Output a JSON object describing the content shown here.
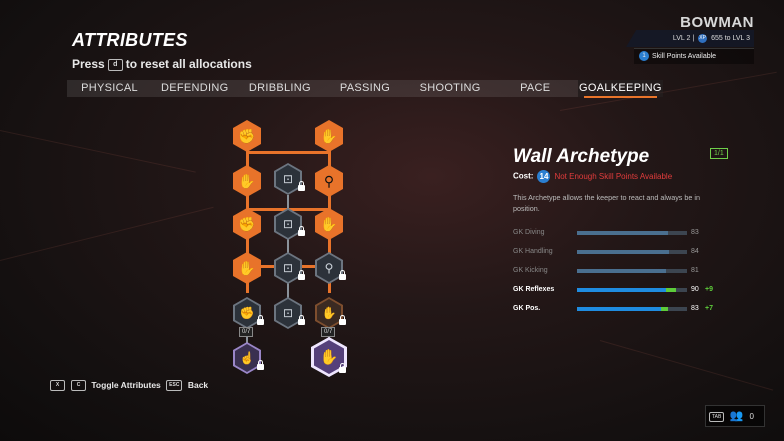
{
  "header": {
    "title": "ATTRIBUTES",
    "reset_prefix": "Press",
    "reset_key": "d",
    "reset_suffix": "to reset all allocations"
  },
  "player": {
    "name": "BOWMAN",
    "level": "LVL 2",
    "xp_icon": "XP",
    "xp_text": "655 to LVL 3",
    "skill_points": "1",
    "skill_points_label": "Skill Points Available"
  },
  "tabs": [
    {
      "label": "PHYSICAL",
      "active": false
    },
    {
      "label": "DEFENDING",
      "active": false
    },
    {
      "label": "DRIBBLING",
      "active": false
    },
    {
      "label": "PASSING",
      "active": false
    },
    {
      "label": "SHOOTING",
      "active": false
    },
    {
      "label": "PACE",
      "active": false
    },
    {
      "label": "GOALKEEPING",
      "active": true
    }
  ],
  "tree": {
    "counter_left": "0/7",
    "counter_right": "0/7"
  },
  "skill": {
    "title": "Wall Archetype",
    "count": "1/1",
    "cost_label": "Cost:",
    "cost_value": "14",
    "cost_warning": "Not Enough Skill Points Available",
    "description": "This Archetype allows the keeper to react and always be in position."
  },
  "stats": [
    {
      "name": "GK Diving",
      "value": "83",
      "bonus": "",
      "level": 0.83,
      "bonus_level": 0
    },
    {
      "name": "GK Handling",
      "value": "84",
      "bonus": "",
      "level": 0.84,
      "bonus_level": 0
    },
    {
      "name": "GK Kicking",
      "value": "81",
      "bonus": "",
      "level": 0.81,
      "bonus_level": 0
    },
    {
      "name": "GK Reflexes",
      "value": "90",
      "bonus": "+9",
      "level": 0.81,
      "bonus_level": 0.09
    },
    {
      "name": "GK Pos.",
      "value": "83",
      "bonus": "+7",
      "level": 0.76,
      "bonus_level": 0.07
    }
  ],
  "footer": {
    "key_x": "X",
    "key_c": "C",
    "toggle_label": "Toggle Attributes",
    "key_esc": "ESC",
    "back_label": "Back"
  },
  "social": {
    "key": "TAB",
    "count": "0"
  },
  "colors": {
    "accent_orange": "#e8732a",
    "skill_blue": "#2b7fd1",
    "warning_red": "#e23c3c",
    "bonus_green": "#5dcc3a"
  }
}
